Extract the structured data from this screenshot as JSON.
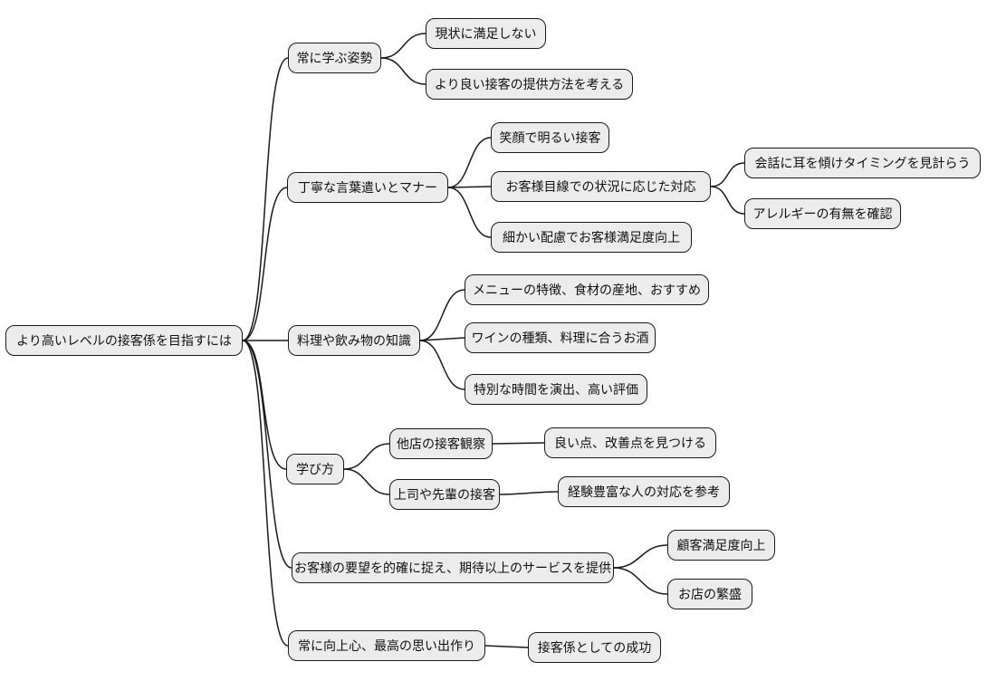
{
  "diagram": {
    "type": "mindmap",
    "background_color": "#ffffff",
    "node_fill_color": "#ececec",
    "node_border_color": "#1a1a1a",
    "edge_color": "#1a1a1a",
    "root": {
      "label": "より高いレベルの接客係を目指すには",
      "children": [
        {
          "label": "常に学ぶ姿勢",
          "children": [
            {
              "label": "現状に満足しない"
            },
            {
              "label": "より良い接客の提供方法を考える"
            }
          ]
        },
        {
          "label": "丁寧な言葉遣いとマナー",
          "children": [
            {
              "label": "笑顔で明るい接客"
            },
            {
              "label": "お客様目線での状況に応じた対応",
              "children": [
                {
                  "label": "会話に耳を傾けタイミングを見計らう"
                },
                {
                  "label": "アレルギーの有無を確認"
                }
              ]
            },
            {
              "label": "細かい配慮でお客様満足度向上"
            }
          ]
        },
        {
          "label": "料理や飲み物の知識",
          "children": [
            {
              "label": "メニューの特徴、食材の産地、おすすめ"
            },
            {
              "label": "ワインの種類、料理に合うお酒"
            },
            {
              "label": "特別な時間を演出、高い評価"
            }
          ]
        },
        {
          "label": "学び方",
          "children": [
            {
              "label": "他店の接客観察",
              "children": [
                {
                  "label": "良い点、改善点を見つける"
                }
              ]
            },
            {
              "label": "上司や先輩の接客",
              "children": [
                {
                  "label": "経験豊富な人の対応を参考"
                }
              ]
            }
          ]
        },
        {
          "label": "お客様の要望を的確に捉え、期待以上のサービスを提供",
          "children": [
            {
              "label": "顧客満足度向上"
            },
            {
              "label": "お店の繁盛"
            }
          ]
        },
        {
          "label": "常に向上心、最高の思い出作り",
          "children": [
            {
              "label": "接客係としての成功"
            }
          ]
        }
      ]
    }
  }
}
